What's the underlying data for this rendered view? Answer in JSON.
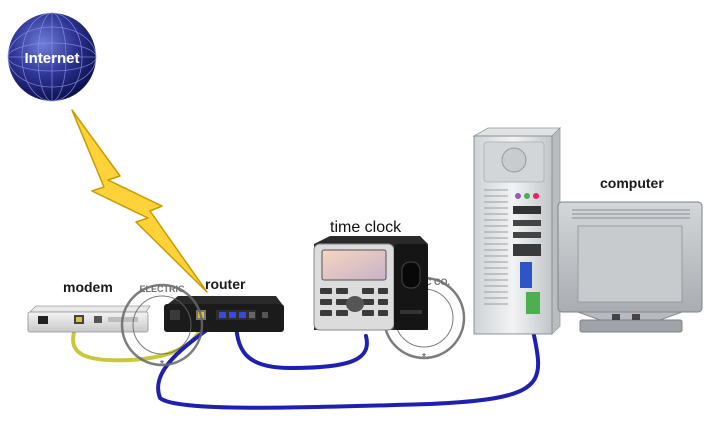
{
  "labels": {
    "internet": "Internet",
    "modem": "modem",
    "router": "router",
    "time_clock": "time clock",
    "computer": "computer"
  },
  "watermark_text": "RHOMBUS ELECTRIC CO.,LTD.",
  "colors": {
    "lightning": "#ffd23a",
    "lightning_edge": "#c99a00",
    "cable_blue": "#1f1fb0",
    "cable_yellow": "#c8c83a",
    "globe": "#2a2f8c",
    "device_dark": "#1b1b1b",
    "device_light": "#e6e6e6"
  }
}
